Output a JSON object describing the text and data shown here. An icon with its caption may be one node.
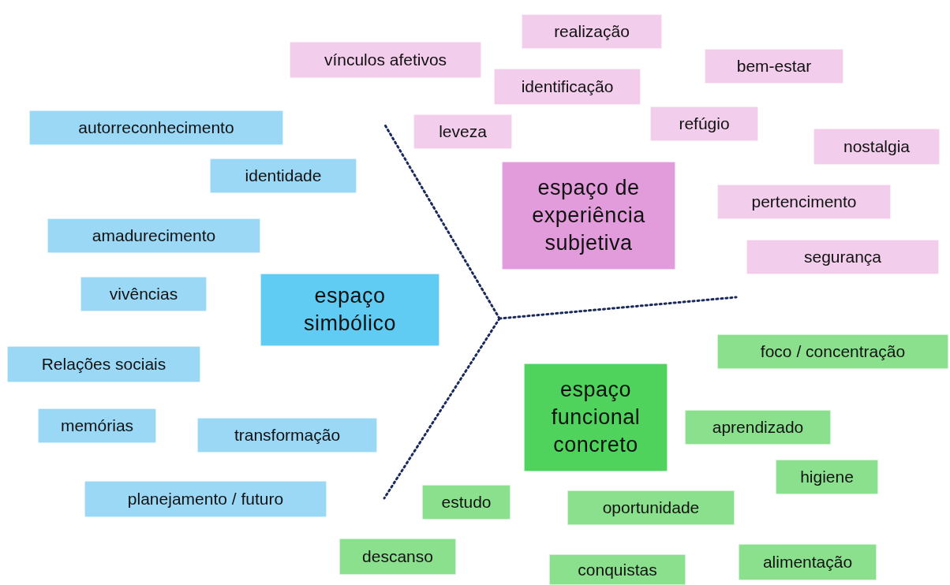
{
  "diagram": {
    "nodes": [
      {
        "text": [
          "realização"
        ]
      },
      {
        "text": [
          "vínculos afetivos"
        ]
      },
      {
        "text": [
          "bem-estar"
        ]
      },
      {
        "text": [
          "identificação"
        ]
      },
      {
        "text": [
          "autorreconhecimento"
        ]
      },
      {
        "text": [
          "leveza"
        ]
      },
      {
        "text": [
          "refúgio"
        ]
      },
      {
        "text": [
          "nostalgia"
        ]
      },
      {
        "text": [
          "identidade"
        ]
      },
      {
        "text": [
          "espaço de experiência subjetiva"
        ]
      },
      {
        "text": [
          "pertencimento"
        ]
      },
      {
        "text": [
          "amadurecimento"
        ]
      },
      {
        "text": [
          "segurança"
        ]
      },
      {
        "text": [
          "espaço simbólico"
        ]
      },
      {
        "text": [
          "vivências"
        ]
      },
      {
        "text": [
          "foco / concentração"
        ]
      },
      {
        "text": [
          "Relações sociais"
        ]
      },
      {
        "text": [
          "espaço funcional concreto"
        ]
      },
      {
        "text": [
          "memórias"
        ]
      },
      {
        "text": [
          "aprendizado"
        ]
      },
      {
        "text": [
          "transformação"
        ]
      },
      {
        "text": [
          "higiene"
        ]
      },
      {
        "text": [
          "planejamento / futuro"
        ]
      },
      {
        "text": [
          "estudo"
        ]
      },
      {
        "text": [
          "oportunidade"
        ]
      },
      {
        "text": [
          "descanso"
        ]
      },
      {
        "text": [
          "alimentação"
        ]
      },
      {
        "text": [
          "conquistas"
        ]
      }
    ]
  }
}
